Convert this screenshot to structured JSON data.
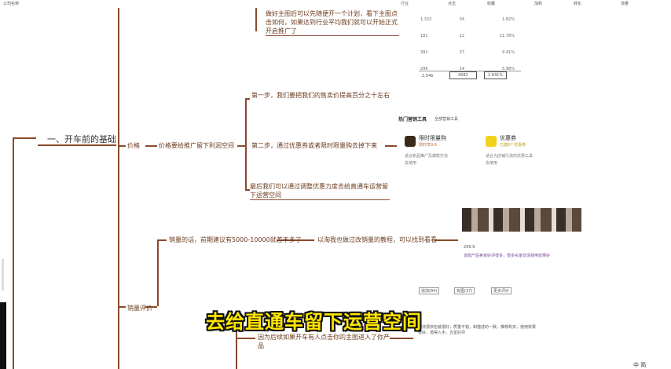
{
  "top_labels": [
    "公司名称",
    "行业",
    "点击",
    "收藏",
    "加购",
    "转化",
    "流量"
  ],
  "nodes": {
    "main_topic": "一、开车前的基础",
    "price": "价格",
    "price_desc": "价格要给推广留下利润空间",
    "step1": "第一步，我们要把我们的售卖价提高百分之十左右",
    "step2": "第二步，通过优惠券或者限时限量购去掉下来",
    "step3": "最后我们可以通过调整优惠力度去给直通车运营留下运营空间",
    "plan": "做好主图后可以先随便开一个计划，看下主图点击如何，如果达到行业平均我们就可以开始正式开启推广了",
    "sales": "销量评价",
    "sales_desc": "销量的话，前期建议有5000-10000就差不多了",
    "sales_ref": "以淘我也做过改销量的教程，可以找到看看",
    "bottom_note": "因为后续如果开车有人点击你的主图进入了你产品"
  },
  "table": {
    "rows": [
      [
        "1,322",
        "34",
        "1.82%"
      ],
      [
        "181",
        "22",
        "21.78%"
      ],
      [
        "391",
        "37",
        "9.41%"
      ],
      [
        "296",
        "14",
        "5.98%"
      ]
    ],
    "totals": [
      "2,546",
      "4082",
      "1.641%"
    ]
  },
  "marketing": {
    "title": "热门营销工具",
    "subtitle": "全部营销工具",
    "tools": [
      {
        "name": "限时限量购",
        "tag": "限时享9.8",
        "desc": "适合新品推广及爆款打造",
        "action": "去使用"
      },
      {
        "name": "优惠券",
        "tag": "已建8个优惠券",
        "desc": "适合为店铺引流的优惠工具",
        "action": "去使用"
      }
    ]
  },
  "review": {
    "price": "299.9",
    "desc": "该款产品卖家好评很多，很多买家反馈使用效果好",
    "added": "追加(84)",
    "pics": "有图(37)",
    "more": "更多评价",
    "body": "物流很快包装很好，质量不错，和描述的一致，推荐购买，使用效果很好，值得入手，五星好评"
  },
  "subtitle": "去给直通车留下运营空间",
  "bottom_right": "中 简"
}
